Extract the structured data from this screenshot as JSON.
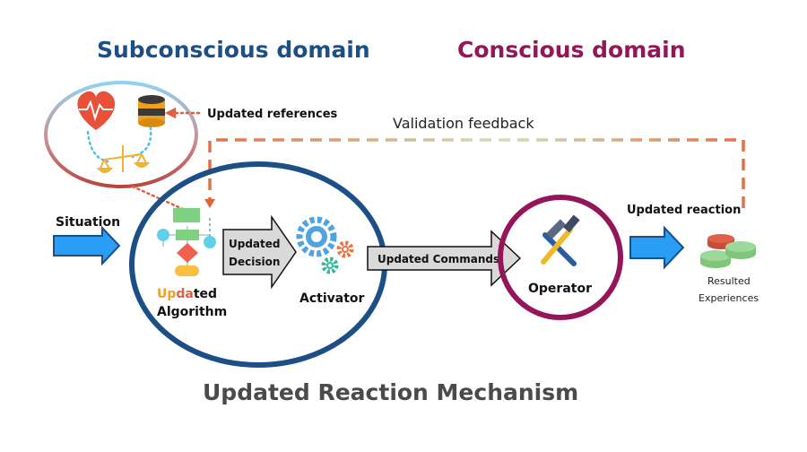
{
  "headings": {
    "subconscious": "Subconscious domain",
    "conscious": "Conscious domain"
  },
  "labels": {
    "updated_references": "Updated references",
    "validation_feedback": "Validation feedback",
    "situation": "Situation",
    "updated_decision_line1": "Updated",
    "updated_decision_line2": "Decision",
    "activator": "Activator",
    "updated_commands": "Updated Commands",
    "operator": "Operator",
    "updated_reaction": "Updated reaction",
    "resulted_line1": "Resulted",
    "resulted_line2": "Experiences",
    "algorithm_updated_p1": "Up",
    "algorithm_updated_p2": "da",
    "algorithm_updated_p3": "ted",
    "algorithm_line2": "Algorithm",
    "mechanism_title": "Updated Reaction Mechanism"
  },
  "colors": {
    "subconscious": "#1c4f86",
    "conscious": "#95155a",
    "feedback": "#e07050",
    "arrow_blue": "#2a9df4",
    "gray_arrow": "#cccccc",
    "gear_blue": "#4fa3e0",
    "gear_orange": "#f07040",
    "gear_teal": "#2fb59a",
    "heart": "#e8503a",
    "db_orange": "#f0a020",
    "db_dark": "#3a3a3a",
    "flow_green": "#7fd080",
    "flow_cyan": "#5fd0e8",
    "flow_red": "#f06050",
    "flow_yellow": "#f7c040",
    "disk_red": "#e0604a",
    "disk_green": "#8fd08a"
  },
  "icons": [
    "heart-monitor-icon",
    "database-icon",
    "balance-scale-icon",
    "flowchart-icon",
    "gears-icon",
    "hammer-wrench-icon",
    "stacked-disks-icon"
  ]
}
